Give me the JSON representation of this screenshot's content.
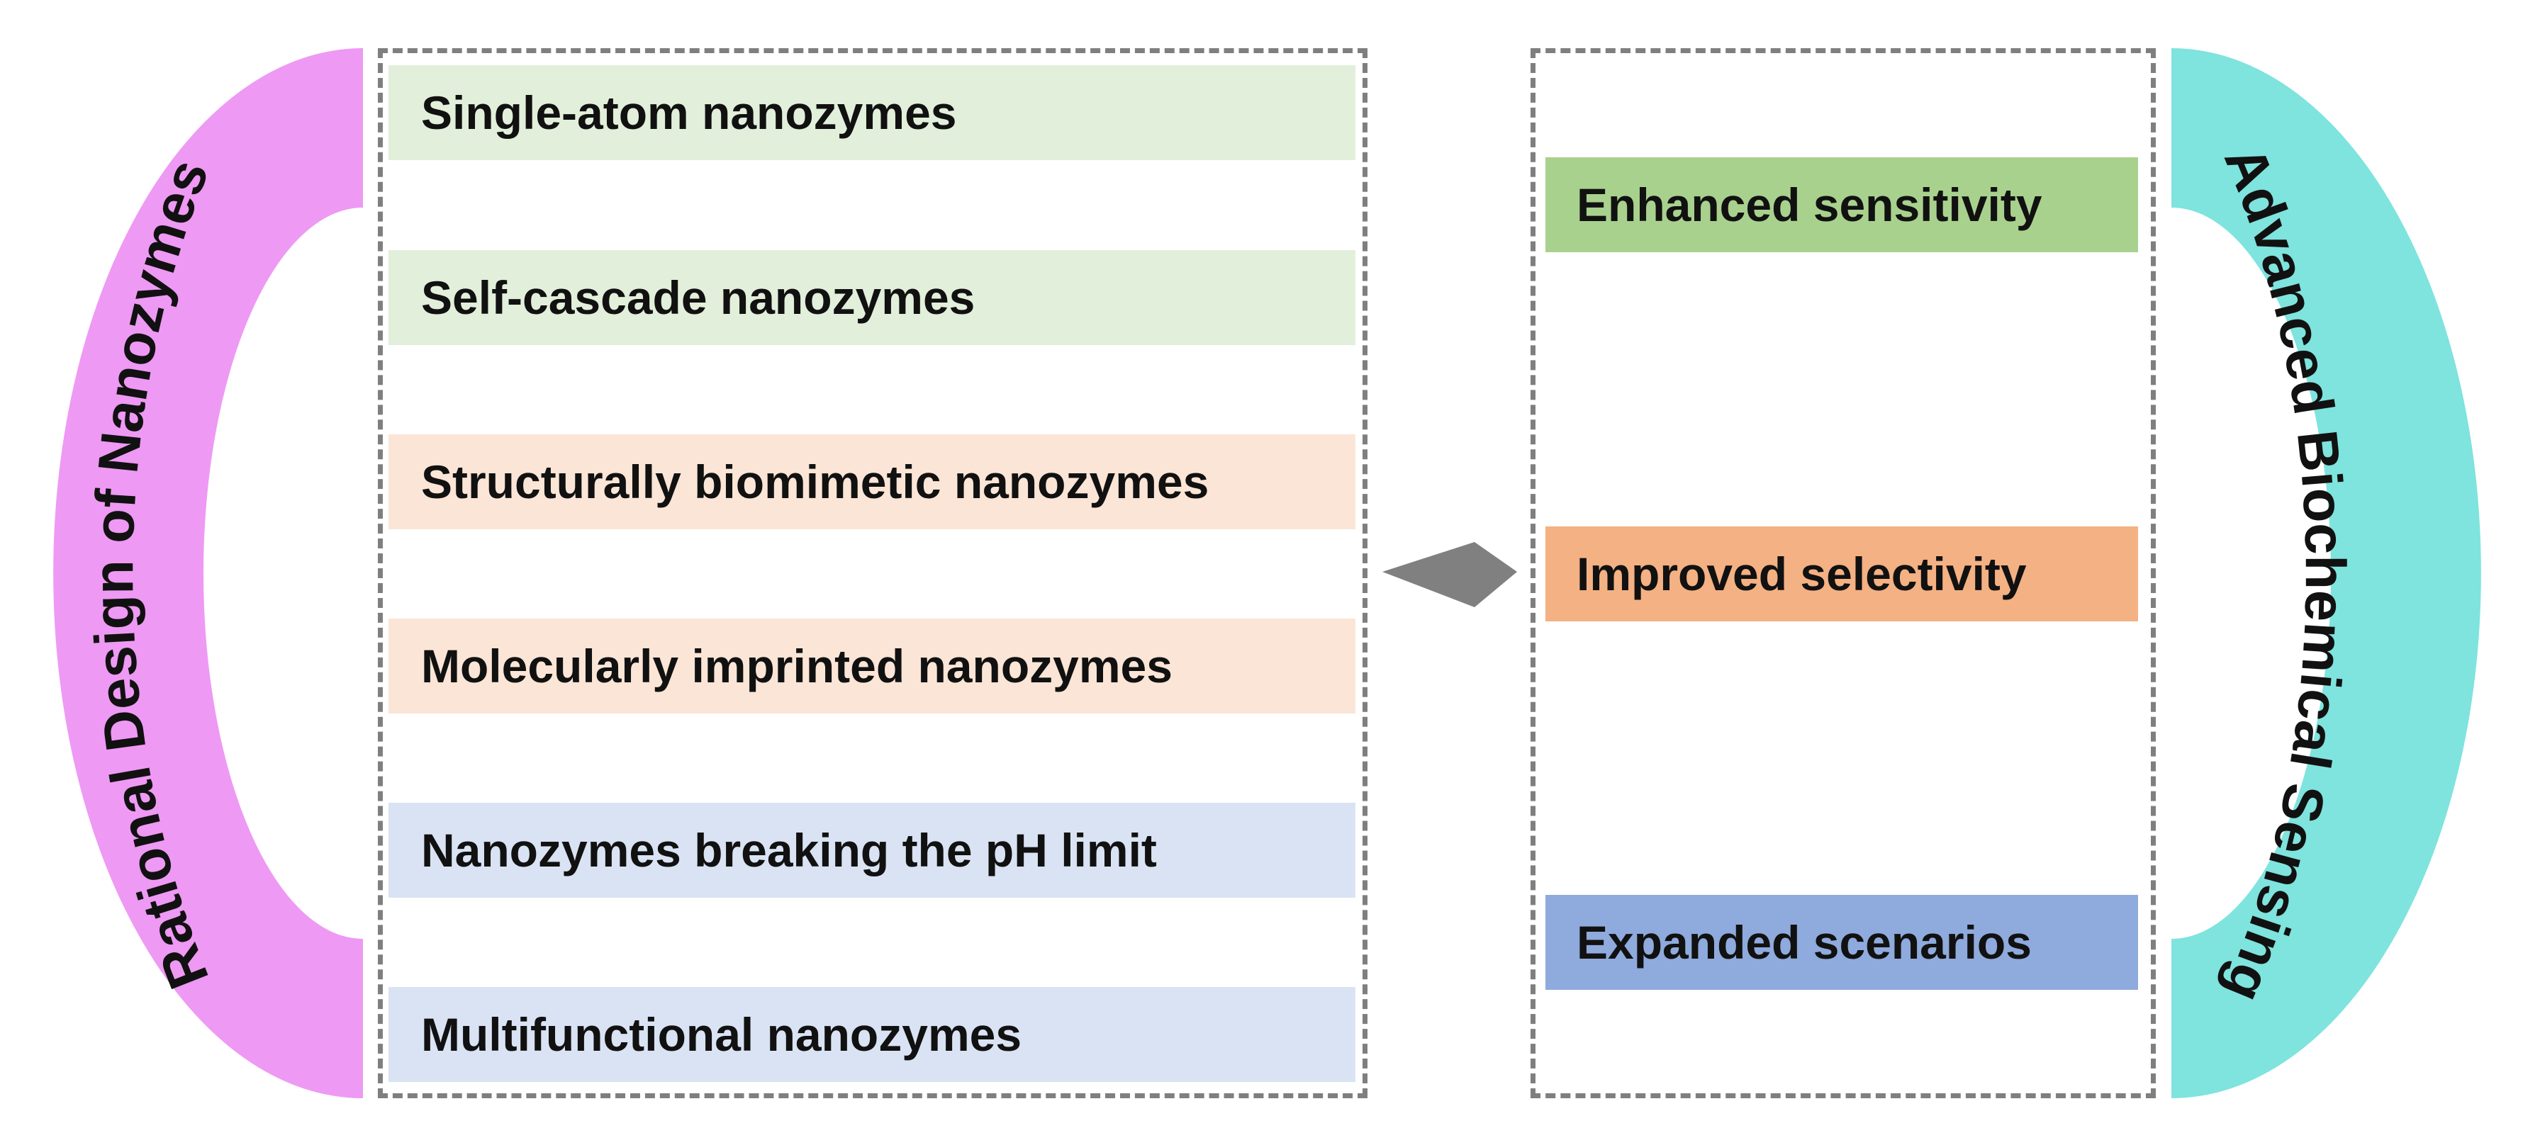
{
  "left_title": "Rational Design of Nanozymes",
  "right_title": "Advanced Biochemical Sensing",
  "design_items": [
    {
      "label": "Single-atom nanozymes",
      "color": "#e2efda"
    },
    {
      "label": "Self-cascade nanozymes",
      "color": "#e2efda"
    },
    {
      "label": "Structurally biomimetic nanozymes",
      "color": "#fbe5d6"
    },
    {
      "label": "Molecularly imprinted nanozymes",
      "color": "#fbe5d6"
    },
    {
      "label": "Nanozymes breaking the pH limit",
      "color": "#dae3f3"
    },
    {
      "label": "Multifunctional nanozymes",
      "color": "#dae3f3"
    }
  ],
  "outcomes": [
    {
      "label": "Enhanced sensitivity",
      "color": "#a9d18e"
    },
    {
      "label": "Improved selectivity",
      "color": "#f4b183"
    },
    {
      "label": "Expanded scenarios",
      "color": "#8faadc"
    }
  ],
  "colors": {
    "left_arc": "#ee99f4",
    "right_arc": "#7fe3de",
    "dashed_border": "#7f7f7f",
    "arrow": "#808080"
  }
}
